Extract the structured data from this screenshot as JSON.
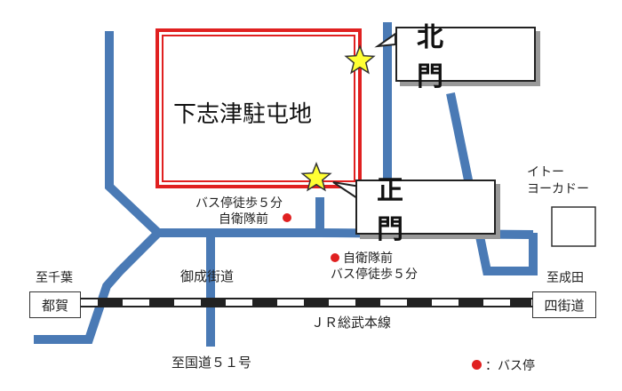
{
  "map": {
    "base_name": "下志津駐屯地",
    "north_gate": "北　門",
    "main_gate": "正　門",
    "bus_walk_north": "バス停徒歩５分",
    "bus_stop_north": "自衛隊前",
    "bus_stop_south": "自衛隊前",
    "bus_walk_south": "バス停徒歩５分",
    "ito_line1": "イトー",
    "ito_line2": "ヨーカドー",
    "to_chiba": "至千葉",
    "station_left": "都賀",
    "to_narita": "至成田",
    "station_right": "四街道",
    "street": "御成街道",
    "railway": "ＪＲ総武本線",
    "route51": "至国道５１号",
    "legend": "：バス停",
    "colors": {
      "road": "#4a7ab5",
      "base_border": "#e02020",
      "star": "#ffff33",
      "bus_dot": "#e02020",
      "rail": "#222222"
    },
    "icons": [
      "star-icon",
      "bus-stop-dot-icon"
    ]
  }
}
